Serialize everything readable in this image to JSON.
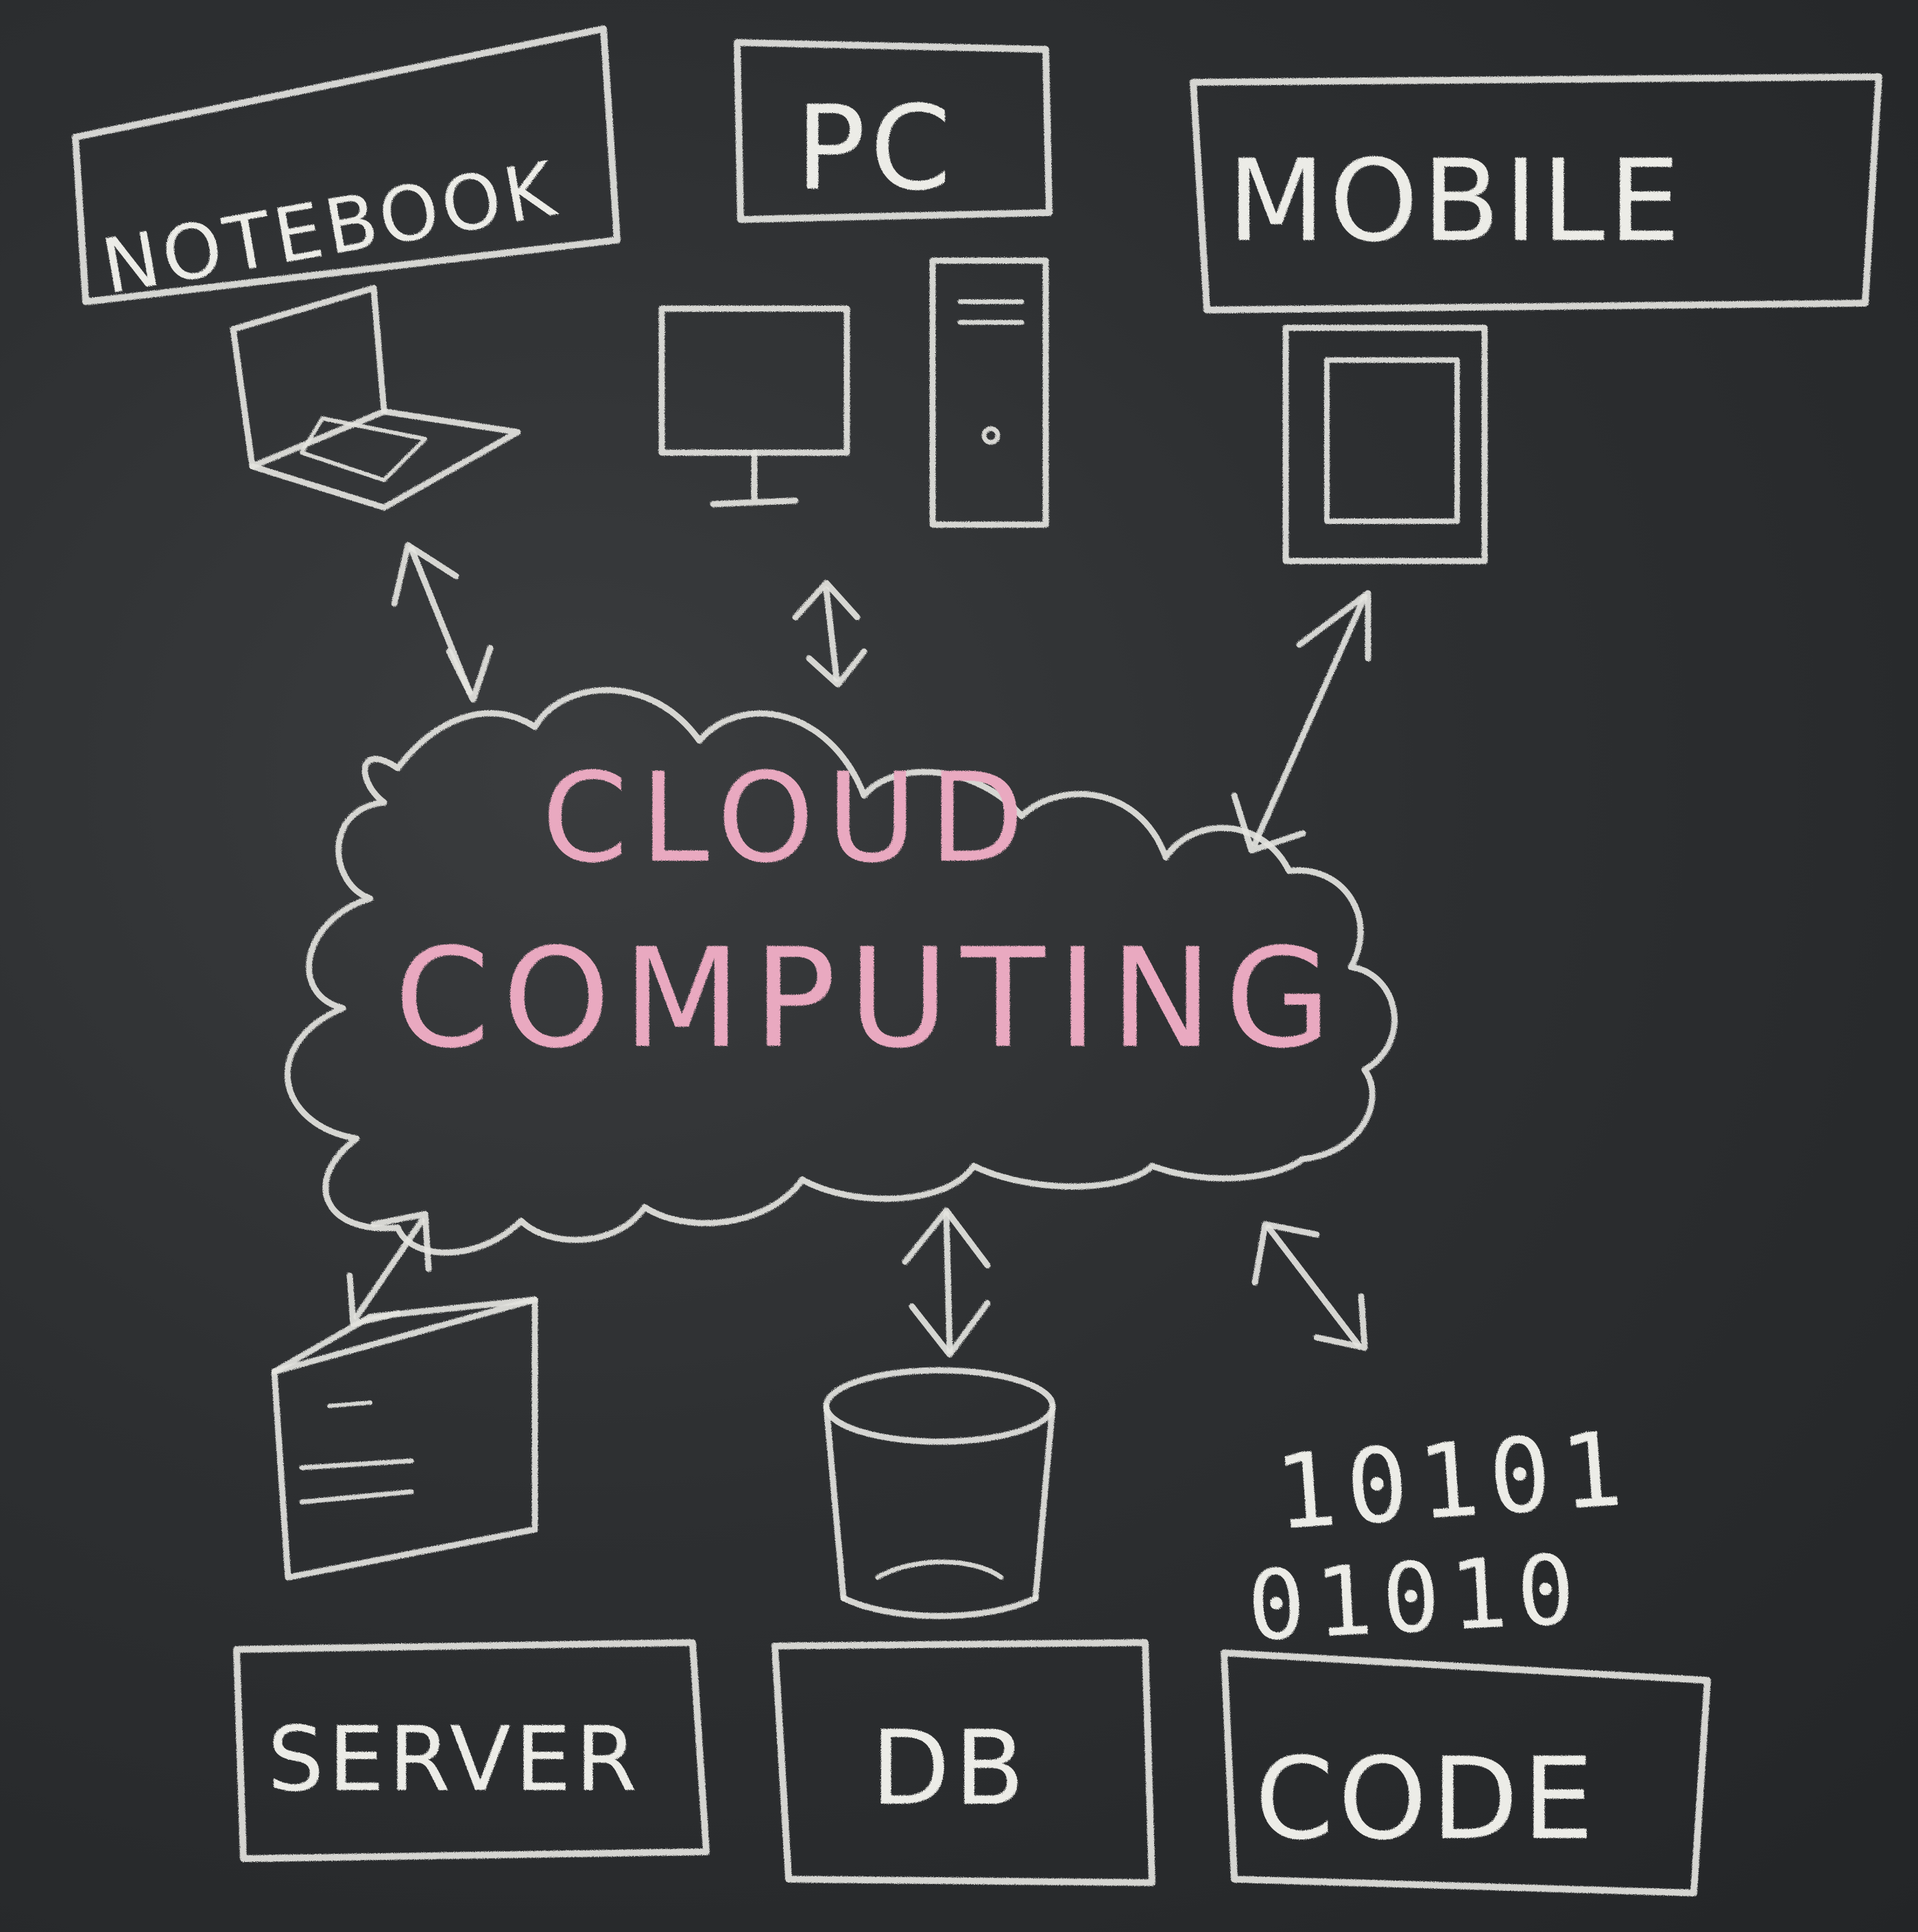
{
  "board": {
    "chalk_color": "#e4e4df",
    "accent_color": "#e9a9c0",
    "background": "#2b2d2f"
  },
  "labels": {
    "notebook": "NOTEBOOK",
    "pc": "PC",
    "mobile": "MOBILE",
    "server": "SERVER",
    "db": "DB",
    "code": "CODE"
  },
  "cloud": {
    "line1": "CLOUD",
    "line2": "COMPUTING"
  },
  "binary": {
    "line1": "10101",
    "line2": "01010"
  },
  "icons": [
    "laptop-icon",
    "monitor-icon",
    "tower-icon",
    "tablet-icon",
    "server-icon",
    "database-icon"
  ]
}
